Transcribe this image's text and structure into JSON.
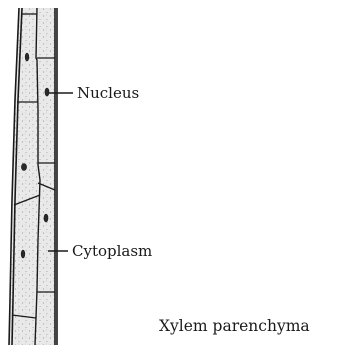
{
  "diagram": {
    "labels": {
      "nucleus": "Nucleus",
      "cytoplasm": "Cytoplasm"
    },
    "caption": "Xylem parenchyma"
  },
  "colors": {
    "ink": "#1a1a1a",
    "cell_fill": "#e9e9e9",
    "background": "#ffffff"
  }
}
